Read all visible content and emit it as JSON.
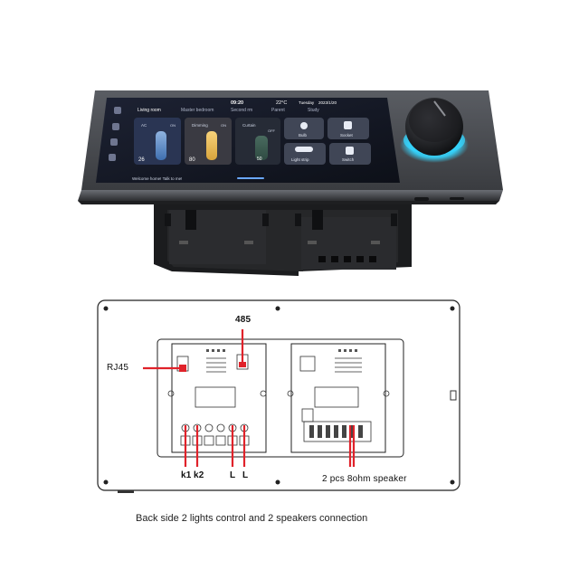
{
  "device": {
    "tabs": [
      "Living room",
      "Master bedroom",
      "Second rm",
      "Parent",
      "Study"
    ],
    "status_time": "09:20",
    "status_temp": "22°C",
    "status_day": "Tuesday",
    "status_date": "2023/1/20",
    "tiles": {
      "ac_label": "AC",
      "ac_state": "ON",
      "ac_value": "26",
      "dimmer_label": "Dimming",
      "dimmer_state": "ON",
      "dimmer_value": "80",
      "curtain_label": "Curtain",
      "curtain_state": "OFF",
      "curtain_value": "50",
      "bulb_label": "Bulb",
      "socket_label": "Socket",
      "lightstrip_label": "Light strip",
      "switch_label": "Switch"
    },
    "voice_prompt": "Welcome home! Talk to me!",
    "ring_color": "#35d6ff"
  },
  "diagram": {
    "label_rj45": "RJ45",
    "label_485": "485",
    "label_k1": "k1",
    "label_k2": "k2",
    "label_l1": "L",
    "label_l2": "L",
    "label_speaker": "2 pcs 8ohm speaker",
    "accent": "#e0222a"
  },
  "caption": "Back side  2 lights control and 2 speakers connection"
}
